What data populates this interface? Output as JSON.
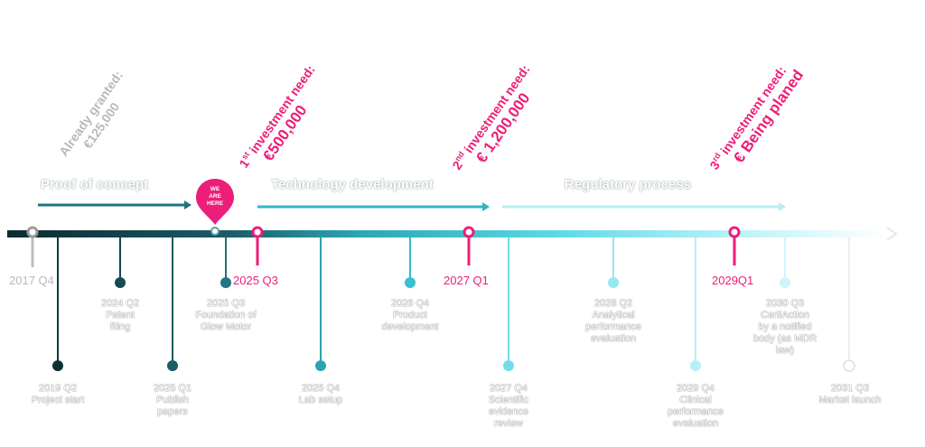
{
  "annotations": {
    "granted": {
      "line1": "Already granted:",
      "line2": "€125,000"
    },
    "inv1": {
      "num": "1",
      "sup": "st",
      "rest": " investment need:",
      "amount": "€500,000"
    },
    "inv2": {
      "num": "2",
      "sup": "nd",
      "rest": " investment need:",
      "amount": "€ 1,200,000"
    },
    "inv3": {
      "num": "3",
      "sup": "rd",
      "rest": " investment need:",
      "amount": "€ Being planed"
    }
  },
  "phases": {
    "p1": "Proof of concept",
    "p2": "Technology development",
    "p3": "Regulatory process"
  },
  "badge": {
    "l1": "WE",
    "l2": "ARE",
    "l3": "HERE"
  },
  "dates": {
    "d2017": "2017 Q4",
    "d2025": "2025 Q3",
    "d2027": "2027 Q1",
    "d2029": "2029Q1"
  },
  "milestones": {
    "m1": {
      "date": "2019 Q2",
      "label": "Project start"
    },
    "m2": {
      "date": "2024 Q2",
      "label1": "Patent",
      "label2": "filing"
    },
    "m3": {
      "date": "2025 Q1",
      "label1": "Publish",
      "label2": "papers"
    },
    "m4": {
      "date": "2025 Q3",
      "label1": "Foundation of",
      "label2": "Glow Motor"
    },
    "m5": {
      "date": "2025 Q4",
      "label": "Lab setup"
    },
    "m6": {
      "date": "2026 Q4",
      "label1": "Product",
      "label2": "development"
    },
    "m7": {
      "date": "2027 Q4",
      "label1": "Scientific",
      "label2": "evidence",
      "label3": "review"
    },
    "m8": {
      "date": "2028 Q2",
      "label1": "Analytical",
      "label2": "performance",
      "label3": "evaluation"
    },
    "m9": {
      "date": "2029 Q4",
      "label1": "Clinical",
      "label2": "performance",
      "label3": "evaluation"
    },
    "m10": {
      "date": "2030 Q3",
      "label1": "CertiAction",
      "label2": "by a notified",
      "label3": "body (as MDR",
      "label4": "law)"
    },
    "m11": {
      "date": "2031 Q3",
      "label": "Market launch"
    }
  },
  "colors": {
    "pink": "#ec1e79",
    "dark": "#123238",
    "teal": "#2a9aa8",
    "light": "#9ae7f0",
    "grey": "#b9b9b9"
  }
}
